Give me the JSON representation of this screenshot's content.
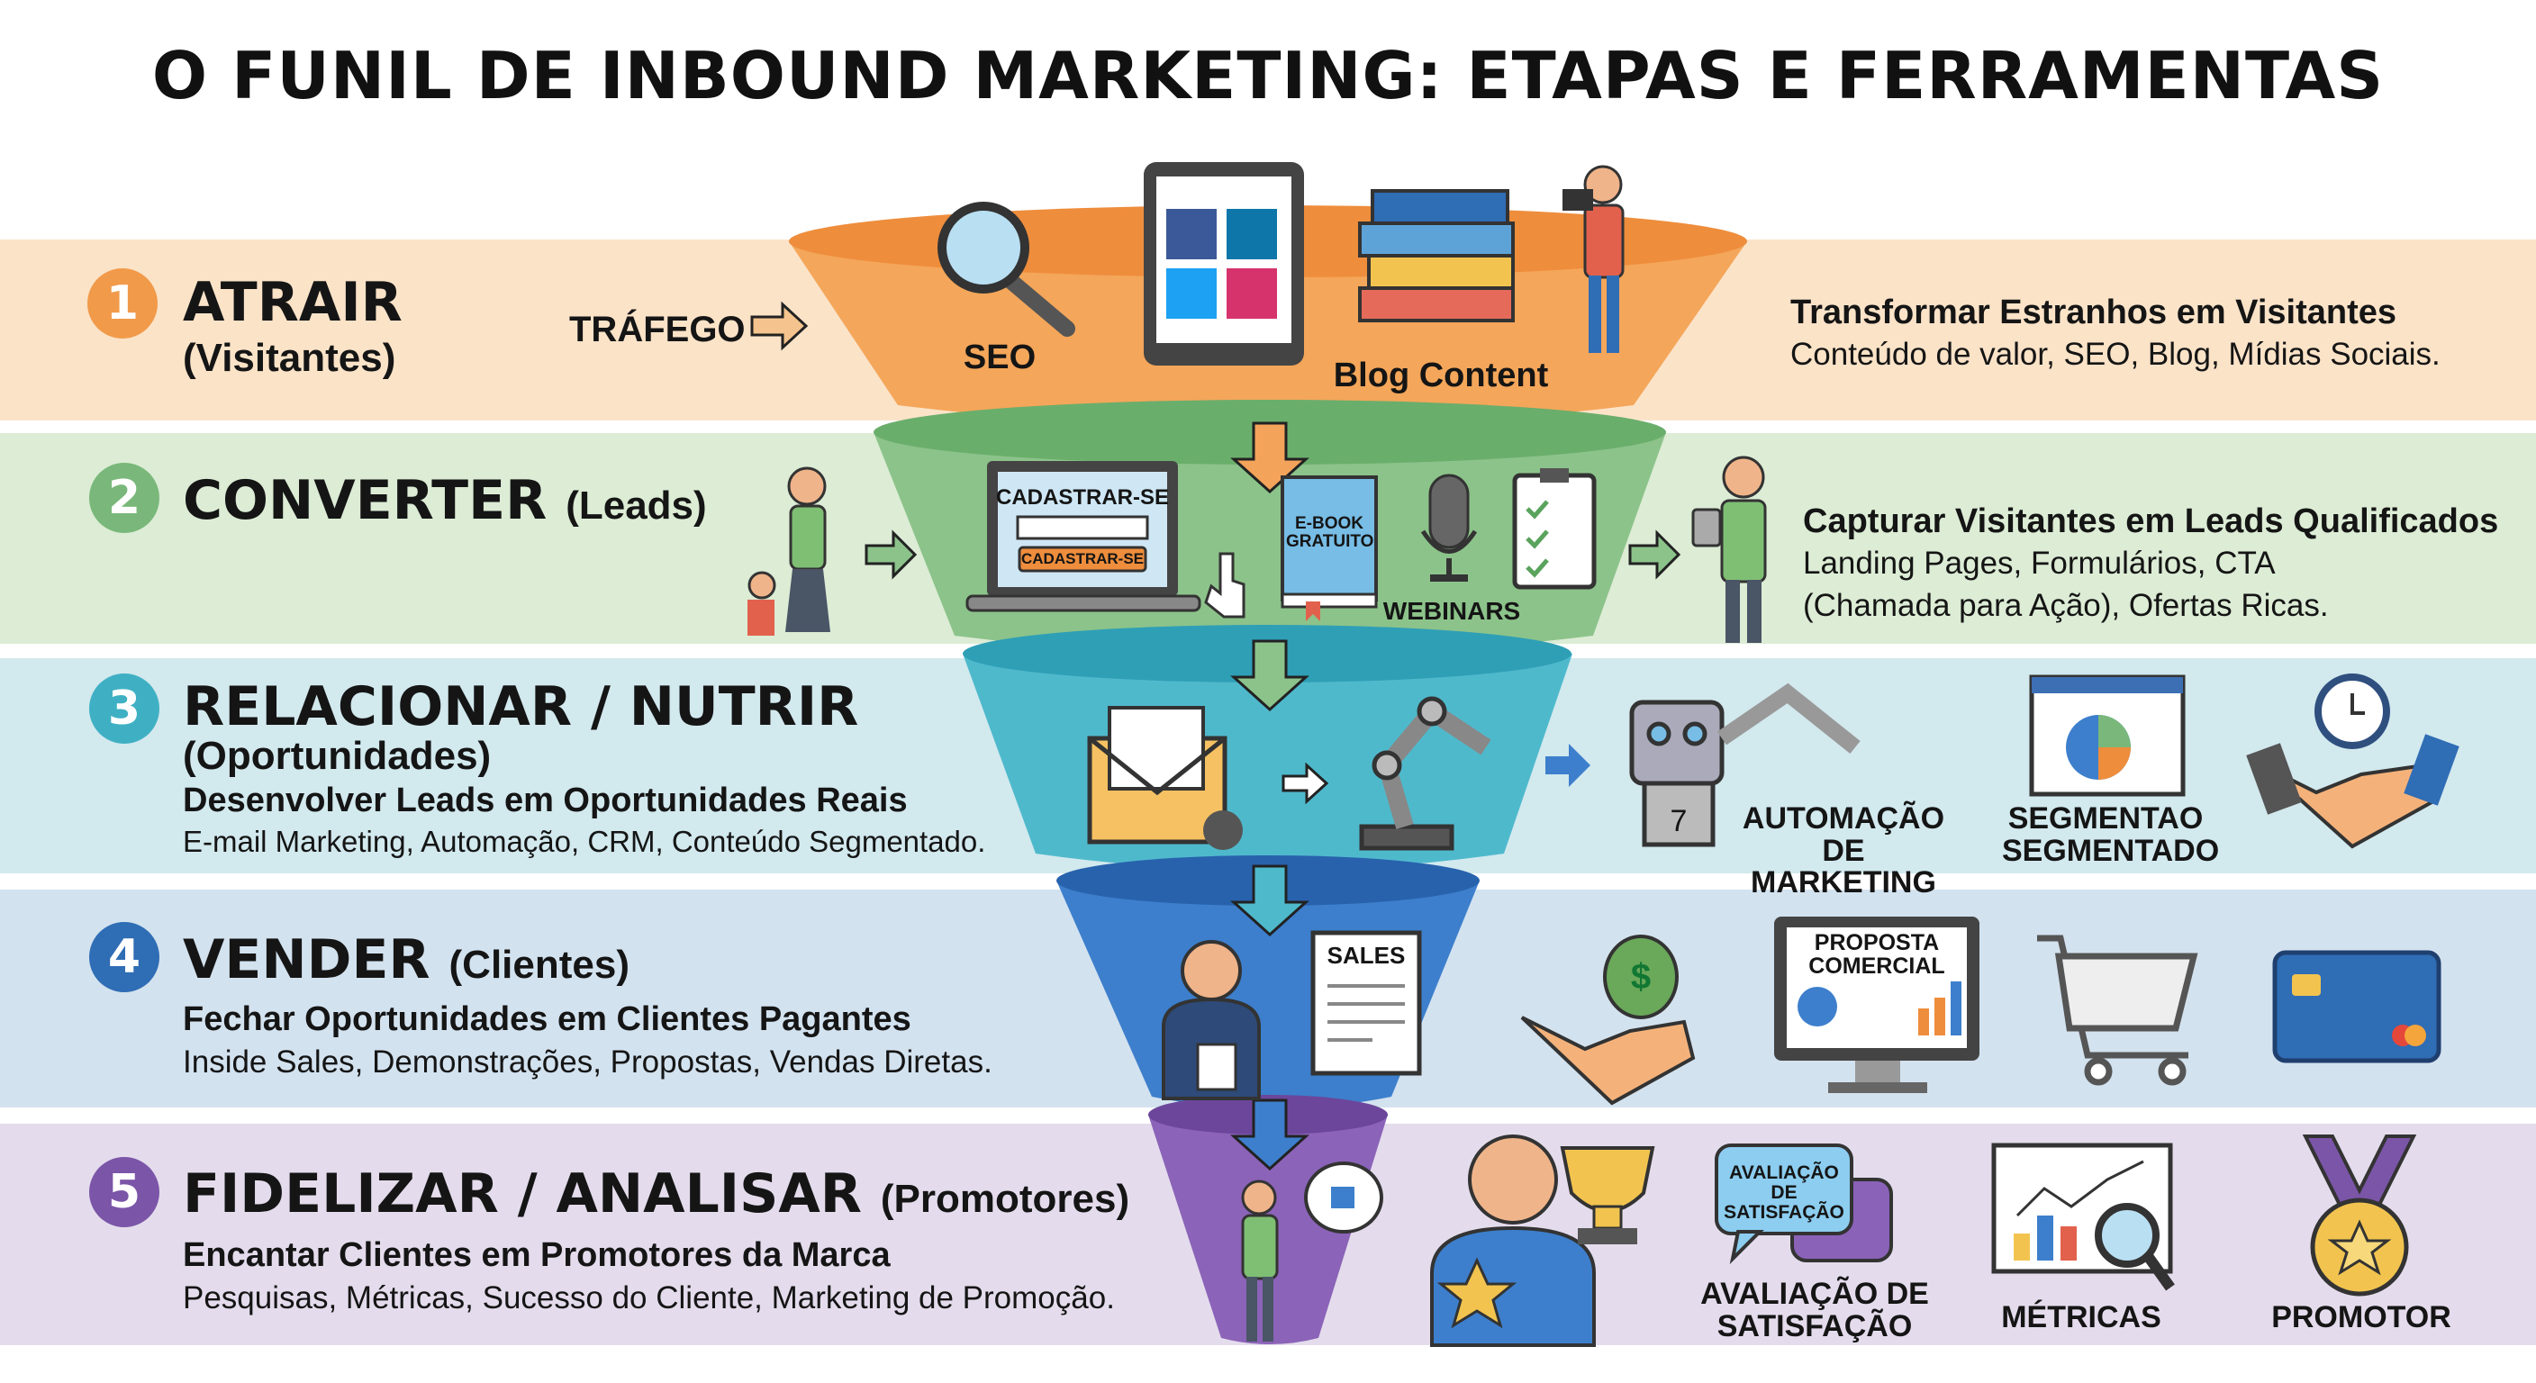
{
  "title": "O FUNIL DE INBOUND MARKETING: ETAPAS E FERRAMENTAS",
  "colors": {
    "orange": "#f19a4a",
    "green": "#79b87a",
    "teal": "#3fb0c4",
    "blue": "#2f6db5",
    "purple": "#7b55a8"
  },
  "stages": [
    {
      "number": "1",
      "name": "ATRAIR",
      "sub": "(Visitantes)",
      "flow_label": "TRÁFEGO",
      "tools": [
        "SEO",
        "Blog Content"
      ],
      "icons": [
        "magnifier-icon",
        "tablet-social-icon",
        "books-icon",
        "photographer-icon"
      ],
      "heading": "Transformar Estranhos em Visitantes",
      "desc": "Conteúdo de valor, SEO, Blog, Mídias Sociais."
    },
    {
      "number": "2",
      "name": "CONVERTER",
      "sub": "(Leads)",
      "form_title": "CADASTRAR-SE",
      "form_button": "CADASTRAR-SE",
      "ebook": "E-BOOK GRATUITO",
      "tools": [
        "WEBINARS"
      ],
      "heading": "Capturar Visitantes em Leads Qualificados",
      "desc_lines": [
        "Landing Pages, Formulários, CTA",
        "(Chamada para Ação), Ofertas Ricas."
      ]
    },
    {
      "number": "3",
      "name": "RELACIONAR / NUTRIR",
      "sub": "(Oportunidades)",
      "heading": "Desenvolver Leads em Oportunidades Reais",
      "desc": "E-mail Marketing, Automação, CRM, Conteúdo Segmentado.",
      "tools": [
        "AUTOMAÇÃO DE MARKETING",
        "SEGMENTAO SEGMENTADO"
      ],
      "robot_badge": "7"
    },
    {
      "number": "4",
      "name": "VENDER",
      "sub": "(Clientes)",
      "heading": "Fechar Oportunidades em Clientes Pagantes",
      "desc": "Inside Sales, Demonstrações, Propostas, Vendas Diretas.",
      "sales_doc": "SALES",
      "monitor": "PROPOSTA COMERCIAL",
      "money": "$"
    },
    {
      "number": "5",
      "name": "FIDELIZAR / ANALISAR",
      "sub": "(Promotores)",
      "heading": "Encantar Clientes em Promotores da Marca",
      "desc": "Pesquisas, Métricas, Sucesso do Cliente, Marketing de Promoção.",
      "bubble": "AVALIAÇÃO DE SATISFAÇÃO",
      "tools": [
        "AVALIAÇÃO DE SATISFAÇÃO",
        "MÉTRICAS",
        "PROMOTOR"
      ]
    }
  ]
}
